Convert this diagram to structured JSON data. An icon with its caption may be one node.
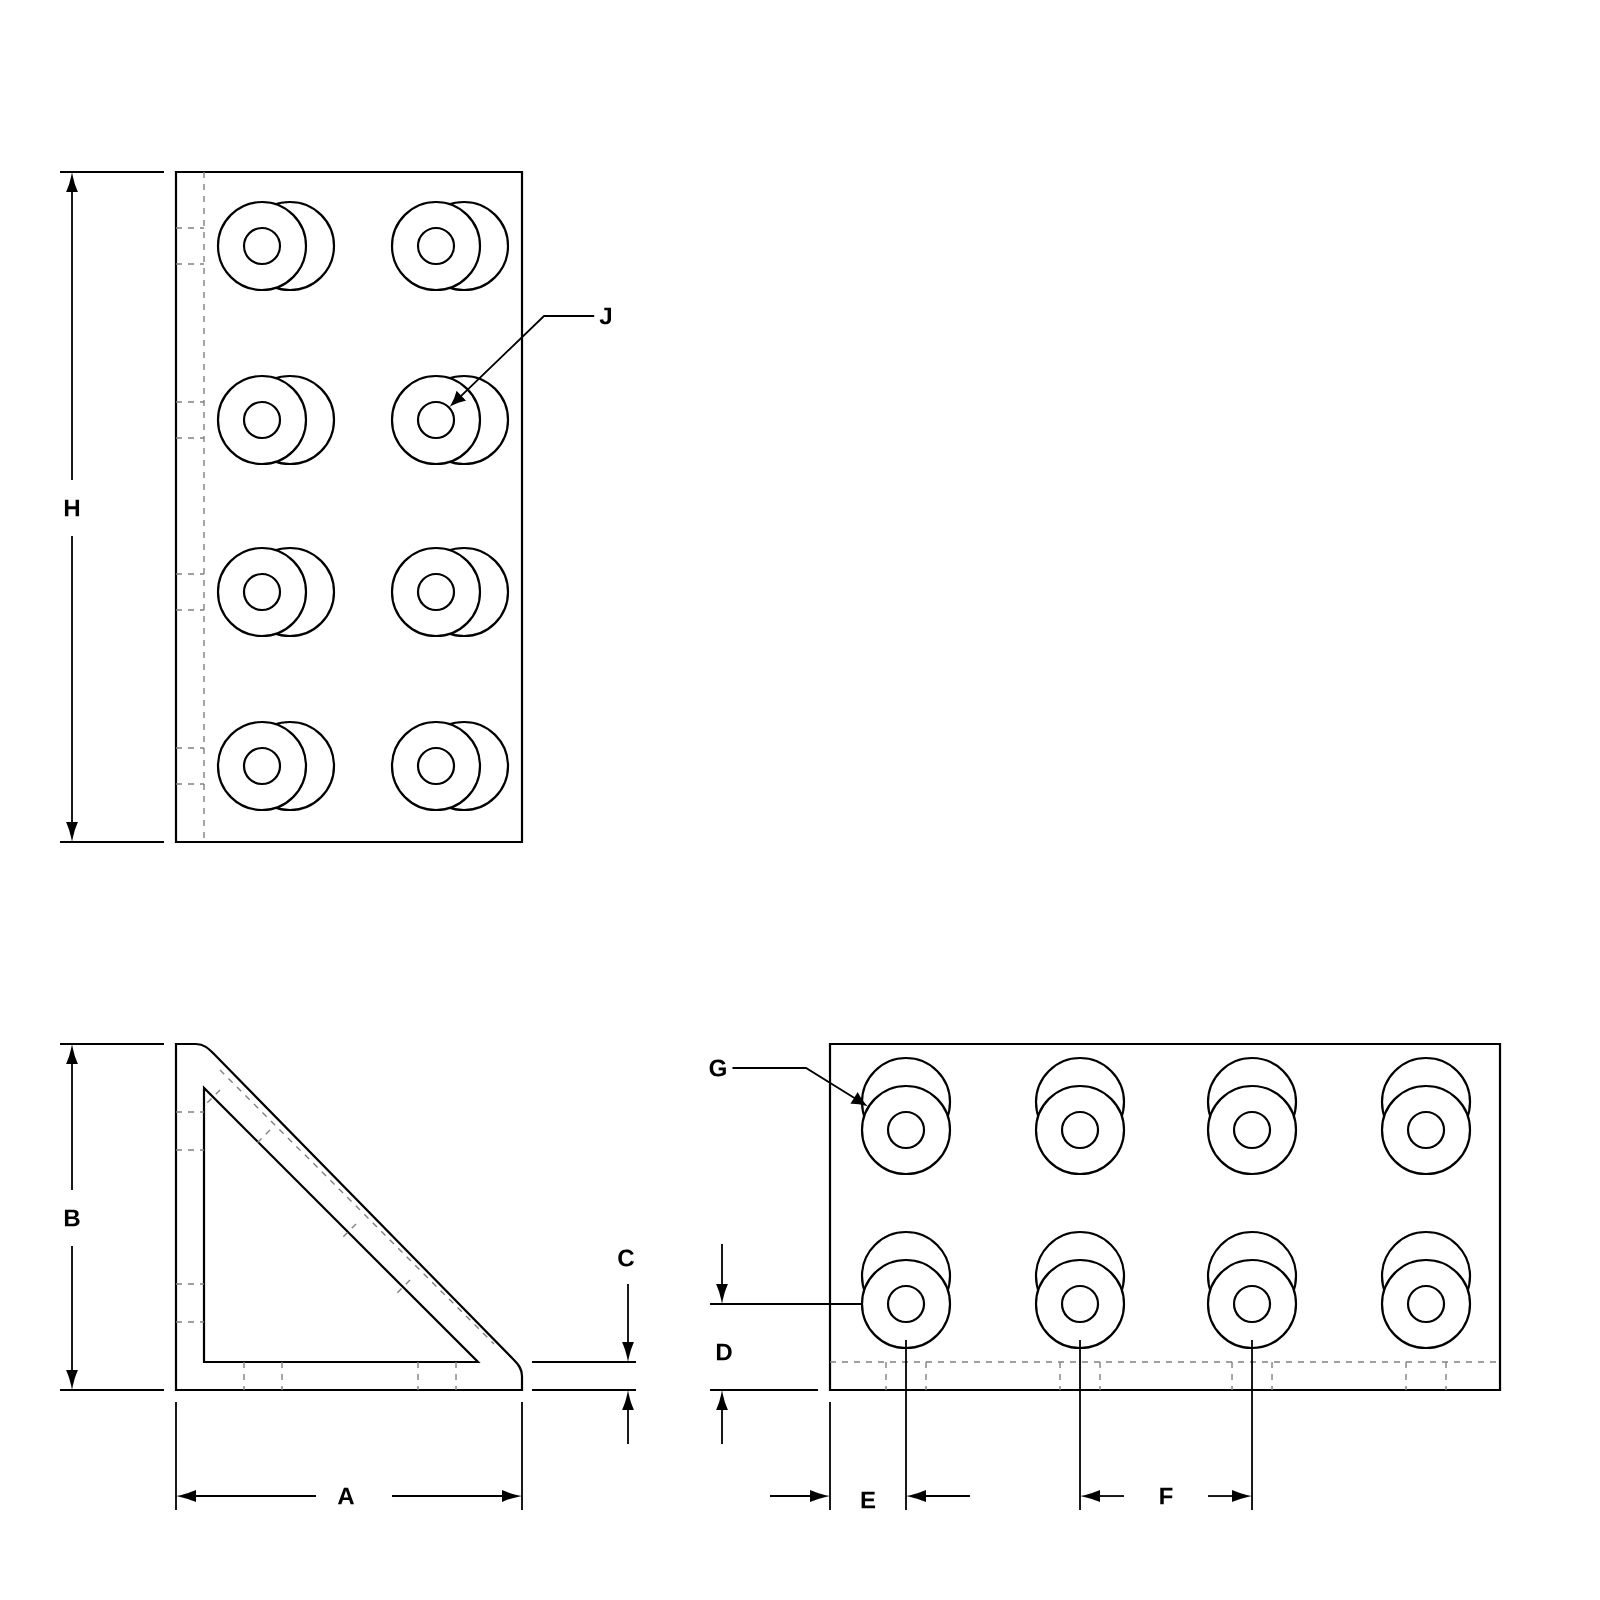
{
  "diagram": {
    "nodes": [
      {
        "text": [
          "J"
        ]
      },
      {
        "text": [],
        "shape": "circle"
      },
      {
        "text": [
          "G"
        ]
      },
      {
        "text": [],
        "shape": "circle"
      }
    ],
    "edges": [
      {
        "from": 0,
        "to": 1,
        "arrow": "to"
      },
      {
        "from": 2,
        "to": 3,
        "arrow": "to"
      }
    ],
    "labels": [
      "H",
      "B",
      "C",
      "D",
      "A",
      "E",
      "F"
    ]
  }
}
